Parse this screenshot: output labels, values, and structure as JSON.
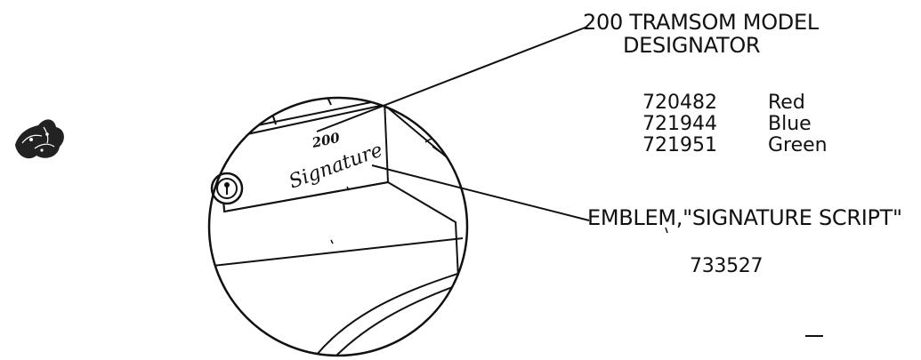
{
  "callouts": {
    "model_designator": {
      "line1": "200 TRAMSOM MODEL",
      "line2": "DESIGNATOR",
      "parts": [
        {
          "number": "720482",
          "color": "Red"
        },
        {
          "number": "721944",
          "color": "Blue"
        },
        {
          "number": "721951",
          "color": "Green"
        }
      ]
    },
    "emblem": {
      "label": "EMBLEM,\"SIGNATURE SCRIPT\"",
      "part_number": "733527"
    }
  },
  "icons": [
    "detail-circle",
    "lock-cylinder-icon",
    "emblem-script"
  ],
  "colors": {
    "ink": "#111111",
    "background": "#ffffff"
  }
}
